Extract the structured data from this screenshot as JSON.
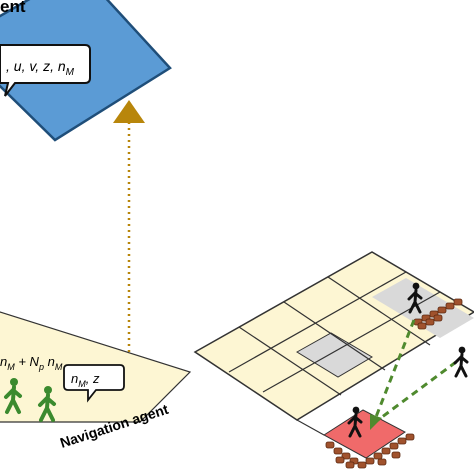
{
  "top_agent": {
    "title_fragment": "ent",
    "bubble_text": ", u, v, z, n",
    "bubble_sub": "M",
    "color_fill": "#5b9bd5",
    "color_stroke": "#1f4e79"
  },
  "navigation_agent": {
    "label": "Navigation agent",
    "formula_prefix": "n",
    "formula_sub1": "M",
    "formula_mid": " + N",
    "formula_sub2": "p",
    "formula_mid2": " n",
    "formula_sub3": "M",
    "bubble_prefix": "n",
    "bubble_sub": "M",
    "bubble_suffix": ", z",
    "plane_color": "#fdf6d3",
    "walker_color": "#3b8a2e"
  },
  "arrow": {
    "color": "#b8860b"
  },
  "grid": {
    "cell_fill": "#fdf6d3",
    "gray_fill": "#d9d9d9",
    "target_fill": "#f06a6a",
    "path_color": "#4f8a2e"
  },
  "icons": [
    "walker-icon",
    "crowd-walker-icon",
    "barrier-icon"
  ]
}
